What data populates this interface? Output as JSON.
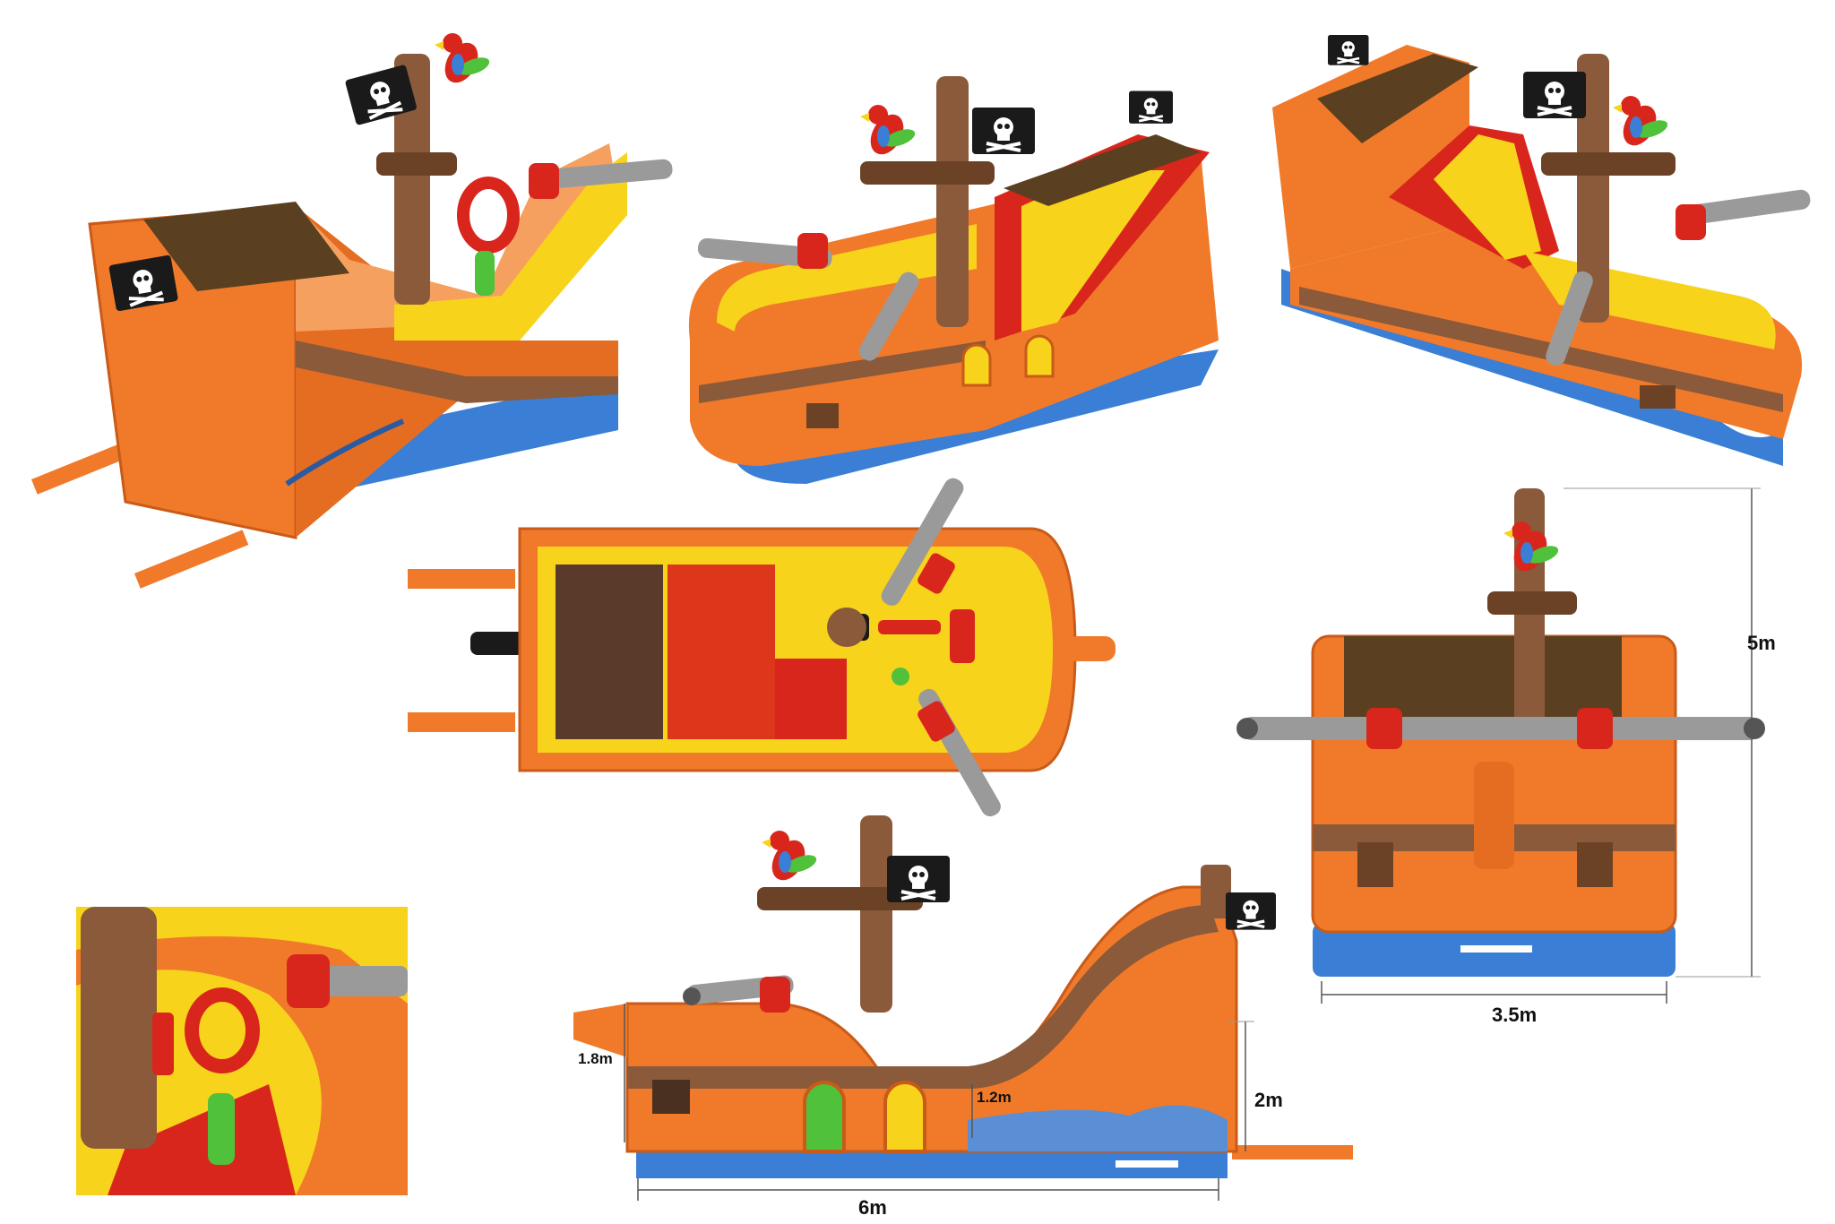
{
  "dimensions": {
    "height_total": "5m",
    "width": "3.5m",
    "length": "6m",
    "front_height": "1.8m",
    "inner_height": "1.2m",
    "slide_height": "2m"
  },
  "colors": {
    "orange": "#f07a2a",
    "orange_light": "#f6a060",
    "orange_dark": "#c95a18",
    "brown": "#8a5a3a",
    "brown_dark": "#6b4226",
    "yellow": "#f7d31c",
    "red": "#d9261c",
    "blue": "#3a7fd5",
    "gray": "#9a9a9a",
    "green": "#4fc13a",
    "black": "#1a1a1a"
  },
  "icons": [
    "skull-flag-icon",
    "parrot-icon",
    "cannon-icon"
  ]
}
